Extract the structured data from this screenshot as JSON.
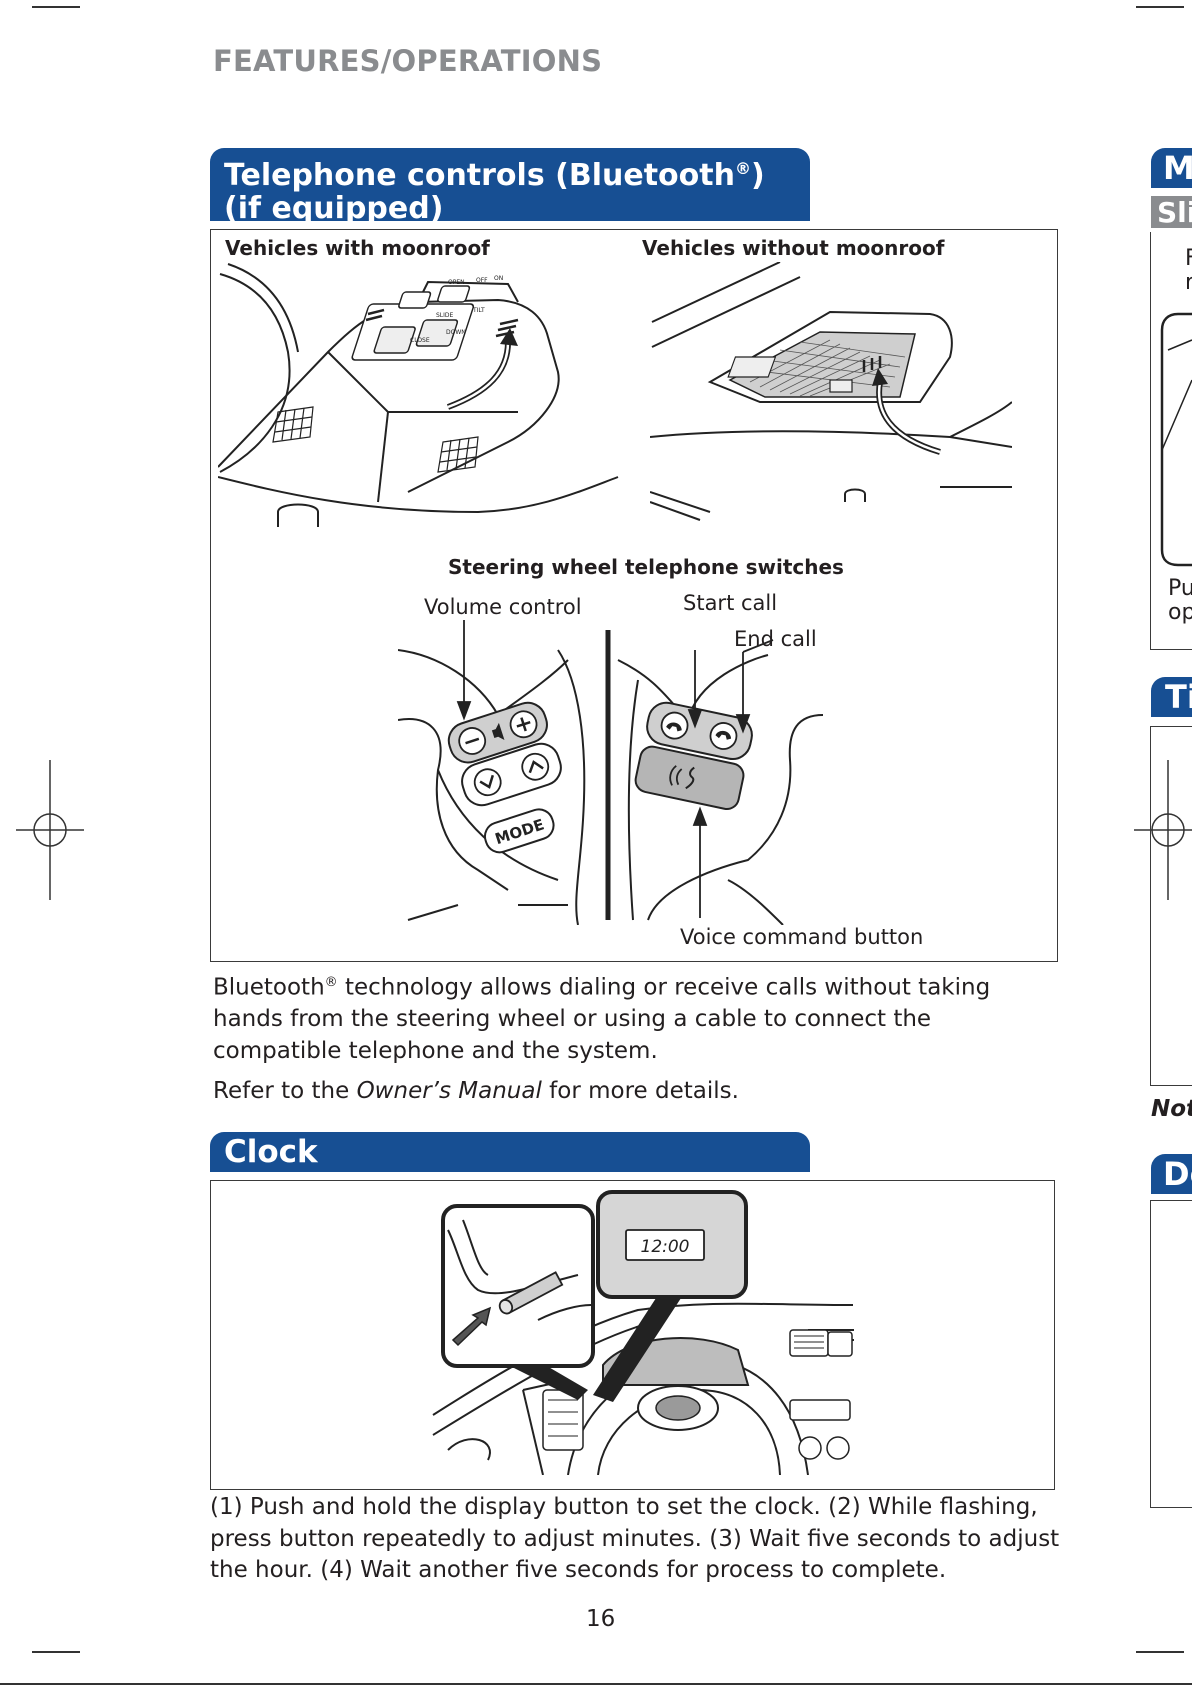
{
  "header": {
    "title": "FEATURES/OPERATIONS"
  },
  "telephone": {
    "title_line1": "Telephone controls (Bluetooth",
    "title_reg": "®",
    "title_line1_end": ")",
    "title_line2": "(if equipped)",
    "label_with_moonroof": "Vehicles with moonroof",
    "label_without_moonroof": "Vehicles without moonroof",
    "switches_title": "Steering wheel telephone switches",
    "volume_control": "Volume control",
    "start_call": "Start call",
    "end_call": "End call",
    "voice_command": "Voice command button",
    "mode_label": "MODE",
    "overhead_slide": "SLIDE",
    "overhead_tilt": "TILT",
    "overhead_open": "OPEN",
    "overhead_off": "OFF",
    "overhead_on": "ON",
    "overhead_close": "CLOSE",
    "overhead_down": "DOWN",
    "body_part1": "Bluetooth",
    "body_reg": "®",
    "body_part2": " technology allows dialing or receive calls without taking hands from the steering wheel or using a cable to connect the compatible telephone and the system.",
    "refer_prefix": "Refer to the ",
    "refer_manual": "Owner’s Manual",
    "refer_suffix": " for more details."
  },
  "clock": {
    "title": "Clock",
    "display_time": "12:00",
    "body": "(1) Push and hold the display button to set the clock. (2) While flashing, press button repeatedly to adjust minutes. (3) Wait five seconds to adjust the hour. (4) Wait another five seconds for process to complete."
  },
  "page_number": "16",
  "right_column": {
    "tab1": "Mo",
    "sub1": "Sli",
    "frag1": "F",
    "frag2": "r",
    "frag3": "Pu",
    "frag4": "op",
    "tab2": "Ti",
    "note": "Not",
    "tab3": "Do"
  }
}
